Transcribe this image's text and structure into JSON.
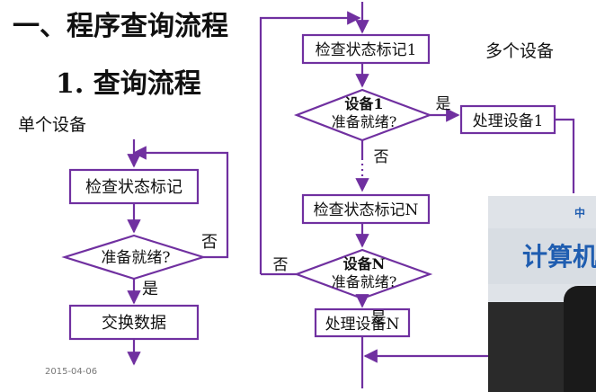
{
  "slide": {
    "title": "一、程序查询流程",
    "subtitle": "1. 查询流程",
    "single_label": "单个设备",
    "multi_label": "多个设备",
    "date": "2015-04-06"
  },
  "single_flow": {
    "check": "检查状态标记",
    "decision": "准备就绪?",
    "yes": "是",
    "no": "否",
    "exchange": "交换数据"
  },
  "multi_flow": {
    "check1": "检查状态标记1",
    "decision1_line1": "设备1",
    "decision1_line2": "准备就绪?",
    "yes1": "是",
    "handle1": "处理设备1",
    "no1": "否",
    "checkN": "检查状态标记N",
    "decisionN_line1": "设备N",
    "decisionN_line2": "准备就绪?",
    "noN": "否",
    "yesN": "是",
    "handleN": "处理设备N"
  },
  "colors": {
    "line": "#7030a0",
    "box_text": "#111111"
  },
  "photo": {
    "visible_text": "计算机",
    "glimpse_text": "中"
  }
}
